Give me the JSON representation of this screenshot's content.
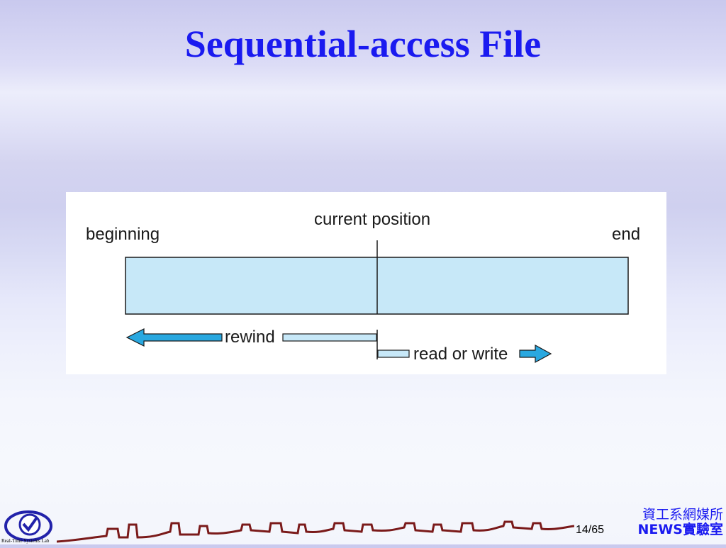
{
  "slide": {
    "title": "Sequential-access File",
    "page_current": "14",
    "page_separator": "/",
    "page_total": "65",
    "org_line1": "資工系網媒所",
    "org_line2": "NEWS實驗室",
    "logo_caption": "Real-Time Systems Lab"
  },
  "diagram": {
    "label_beginning": "beginning",
    "label_current": "current position",
    "label_end": "end",
    "label_rewind": "rewind",
    "label_read_write": "read or write",
    "colors": {
      "file_fill": "#c7e8f8",
      "arrow_fill": "#29a8e0",
      "stroke": "#1a1a1a"
    }
  }
}
